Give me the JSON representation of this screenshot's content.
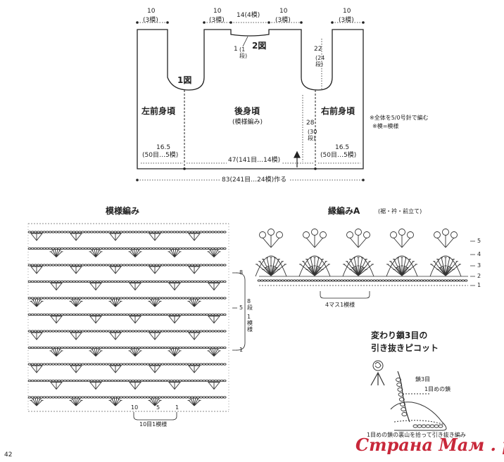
{
  "schematic": {
    "top_dims": [
      {
        "v": "10",
        "s": "(3模)"
      },
      {
        "v": "10",
        "s": "(3模)"
      },
      {
        "v": "14(4模)",
        "s": ""
      },
      {
        "v": "10",
        "s": "(3模)"
      },
      {
        "v": "10",
        "s": "(3模)"
      }
    ],
    "fig2": "2図",
    "fig1": "1図",
    "step_1": "1",
    "step_1_sub": "(1段)",
    "armhole_v": "22",
    "armhole_s": "(24段)",
    "left_front": "左前身頃",
    "back": "後身頃",
    "back_sub": "(模様編み)",
    "right_front": "右前身頃",
    "side_v": "28",
    "side_s": "(30段)",
    "bottom_left_v": "16.5",
    "bottom_left_s": "(50目…5模)",
    "bottom_mid": "47(141目…14模)",
    "bottom_right_v": "16.5",
    "bottom_right_s": "(50目…5模)",
    "total": "83(241目…24模)作る",
    "note1": "※全体を5/0号針で編む",
    "note2": "※模=模様"
  },
  "pattern": {
    "title": "模様編み",
    "rows": [
      "8",
      "5",
      "1"
    ],
    "rep_v": "8段",
    "rep_s": "1模様",
    "ticks": [
      "10",
      "5",
      "1"
    ],
    "stitch_rep": "10目1模様"
  },
  "edging": {
    "title": "縁編みA",
    "sub": "(裾・衿・前立て)",
    "rows": [
      "5",
      "4",
      "3",
      "2",
      "1"
    ],
    "rep": "4マス1模様"
  },
  "picot": {
    "title1": "変わり鎖3目の",
    "title2": "引き抜きピコット",
    "label1": "鎖3目",
    "label2": "1目めの鎖",
    "caption": "1目めの鎖の裏山を拾って引き抜き編み"
  },
  "page_number": "42",
  "watermark": "Страна Мам . ру"
}
